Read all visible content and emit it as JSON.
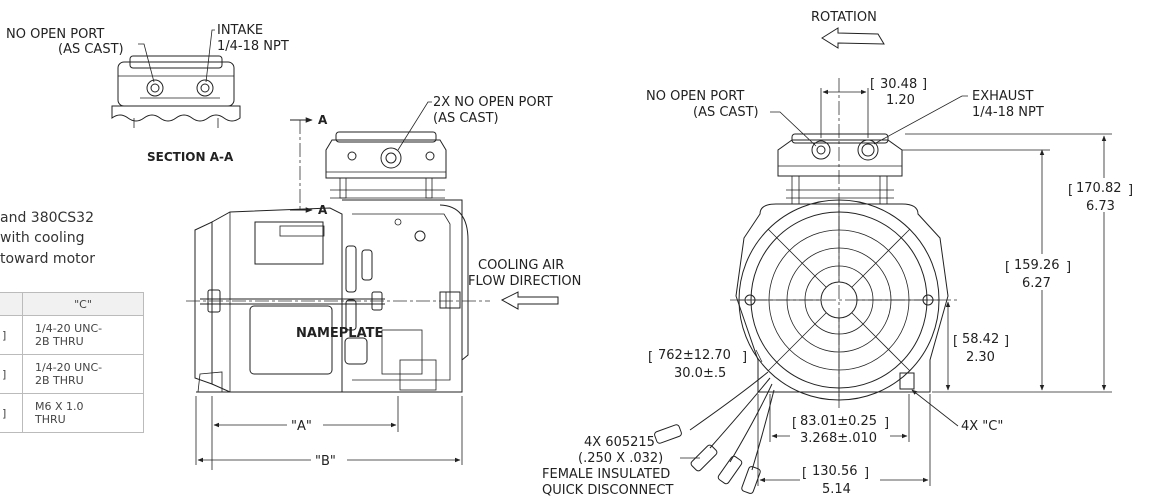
{
  "notes": [
    "and 380CS32",
    "with cooling",
    "toward motor"
  ],
  "table": {
    "header": "\"C\"",
    "rows": [
      {
        "a": "]",
        "c1": "1/4-20 UNC-",
        "c2": "2B THRU"
      },
      {
        "a": "]",
        "c1": "1/4-20 UNC-",
        "c2": "2B THRU"
      },
      {
        "a": "]",
        "c1": "M6 X 1.0",
        "c2": "THRU"
      }
    ]
  },
  "section": {
    "no_open_port_1": "NO OPEN PORT",
    "no_open_port_2": "(AS CAST)",
    "intake_1": "INTAKE",
    "intake_2": "1/4-18 NPT",
    "title": "SECTION A-A"
  },
  "side_view": {
    "section_mark": "A",
    "two_x_1": "2X NO OPEN PORT",
    "two_x_2": "(AS CAST)",
    "cooling_1": "COOLING AIR",
    "cooling_2": "FLOW DIRECTION",
    "nameplate": "NAMEPLATE",
    "dim_a": "\"A\"",
    "dim_b": "\"B\""
  },
  "front_view": {
    "rotation": "ROTATION",
    "no_open_port_1": "NO OPEN PORT",
    "no_open_port_2": "(AS CAST)",
    "exhaust_1": "EXHAUST",
    "exhaust_2": "1/4-18 NPT",
    "d_30_mm": "30.48",
    "d_30_in": "1.20",
    "d_170_mm": "170.82",
    "d_170_in": "6.73",
    "d_159_mm": "159.26",
    "d_159_in": "6.27",
    "d_58_mm": "58.42",
    "d_58_in": "2.30",
    "d_762_mm": "762±12.70",
    "d_762_in": "30.0±.5",
    "d_83_mm": "83.01±0.25",
    "d_83_in": "3.268±.010",
    "d_130_mm": "130.56",
    "d_130_in": "5.14",
    "four_x_c": "4X \"C\"",
    "disconnect_1": "4X 605215",
    "disconnect_2": "(.250 X .032)",
    "disconnect_3": "FEMALE INSULATED",
    "disconnect_4": "QUICK DISCONNECT"
  }
}
